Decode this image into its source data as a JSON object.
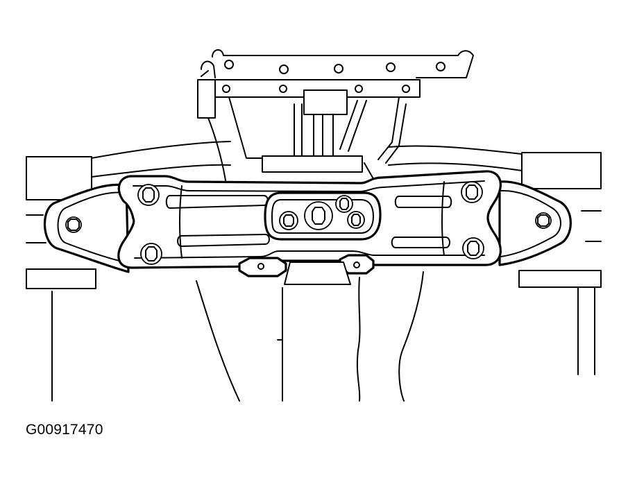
{
  "figure": {
    "code": "G00917470",
    "bolts": [
      "upper-left",
      "lower-left",
      "upper-right",
      "lower-right",
      "left-end",
      "right-end",
      "center",
      "center-left",
      "center-upper-right",
      "center-right"
    ]
  }
}
